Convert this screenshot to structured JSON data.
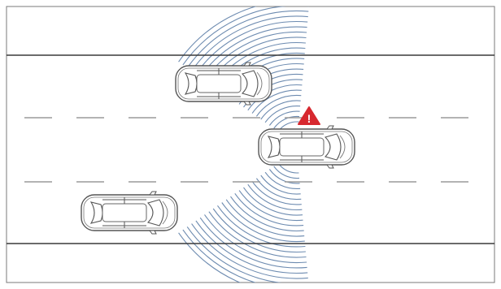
{
  "figure": {
    "subject": "blind-spot-warning-illustration",
    "vehicles": [
      {
        "id": "upper-left-car"
      },
      {
        "id": "ego-car"
      },
      {
        "id": "lower-left-car"
      }
    ],
    "radar_zones": [
      "upper-radar-zone",
      "lower-radar-zone"
    ],
    "warning": {
      "icon": "warning-triangle-icon",
      "symbol": "!",
      "color": "#d7282f"
    },
    "colors": {
      "road_line": "#3a3a3a",
      "lane_dash": "#9a9a9a",
      "radar": "#6d8bb0",
      "car_outline": "#555555",
      "frame": "#7a7a7a"
    }
  }
}
